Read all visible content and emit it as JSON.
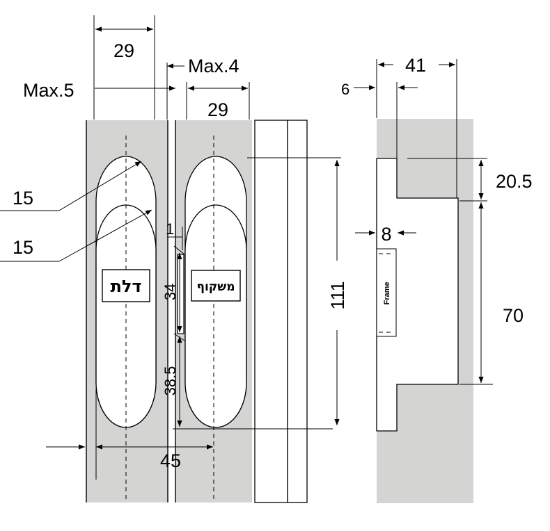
{
  "front_view": {
    "width_top_left": "29",
    "max_right_gap": "Max.4",
    "max_left_gap": "Max.5",
    "width_top_right": "29",
    "radius_upper": "15",
    "radius_lower": "15",
    "offset_small": "1",
    "height_34": "34",
    "height_38_5": "38.5",
    "height_111": "111",
    "width_bottom": "45",
    "door_label": "דלת",
    "frame_label": "משקוף"
  },
  "side_view": {
    "depth_41": "41",
    "depth_6": "6",
    "height_20_5": "20.5",
    "width_8": "8",
    "height_70": "70",
    "frame_label": "Frame"
  },
  "colors": {
    "panel_grey": "#d4d4d2",
    "line": "#000000",
    "body_fill": "#ffffff"
  }
}
